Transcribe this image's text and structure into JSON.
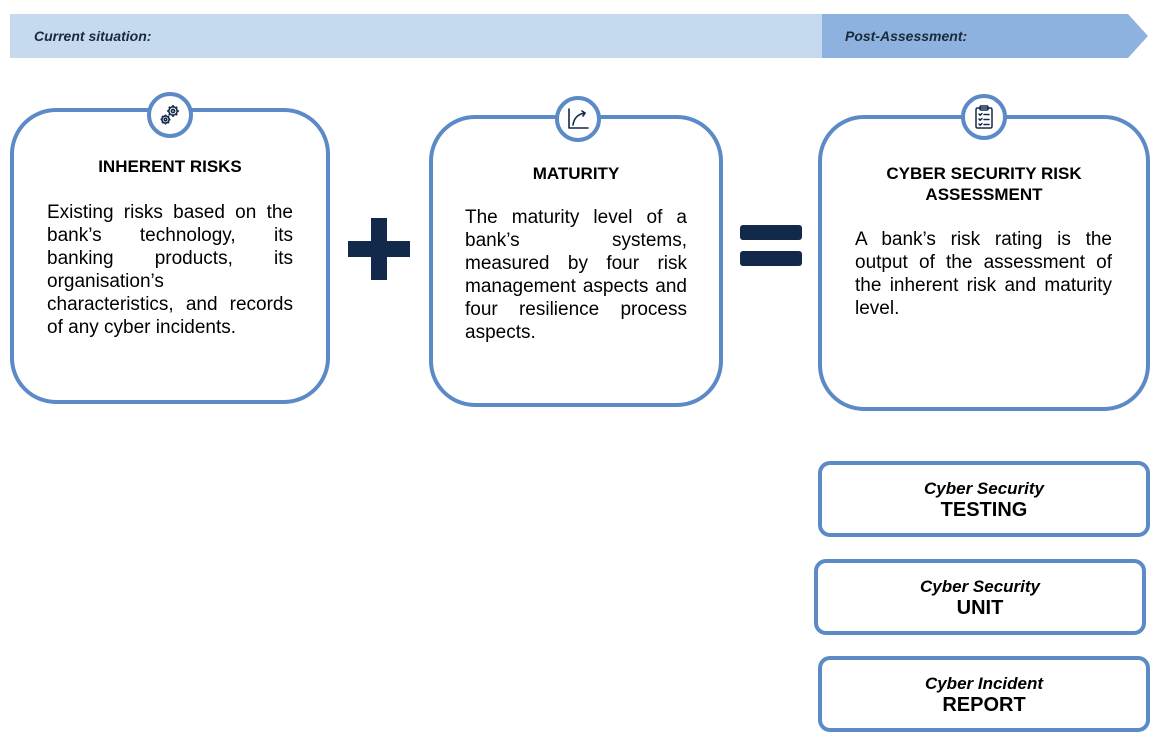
{
  "banner": {
    "current_label": "Current situation:",
    "post_label": "Post-Assessment:",
    "colors": {
      "light": "#c5d9ef",
      "dark": "#8db2e0"
    }
  },
  "cards": {
    "inherent": {
      "icon": "gears-icon",
      "title": "INHERENT RISKS",
      "body": "Existing risks based on the bank’s technology, its banking products, its organisation’s characteristics, and records of any cyber incidents."
    },
    "maturity": {
      "icon": "growth-chart-icon",
      "title": "MATURITY",
      "body": "The maturity level of a bank’s systems, measured by four risk management aspects and four resilience process aspects."
    },
    "assessment": {
      "icon": "clipboard-checklist-icon",
      "title": "CYBER SECURITY RISK ASSESSMENT",
      "body": "A bank’s risk rating is the output of the assessment of the inherent risk and maturity level."
    }
  },
  "operators": {
    "plus": "plus-icon",
    "equals": "equals-icon",
    "color": "#13294b"
  },
  "outcomes": [
    {
      "sub": "Cyber Security",
      "main": "TESTING"
    },
    {
      "sub": "Cyber Security",
      "main": "UNIT"
    },
    {
      "sub": "Cyber Incident",
      "main": "REPORT"
    }
  ],
  "accent_color": "#5b8ac6"
}
